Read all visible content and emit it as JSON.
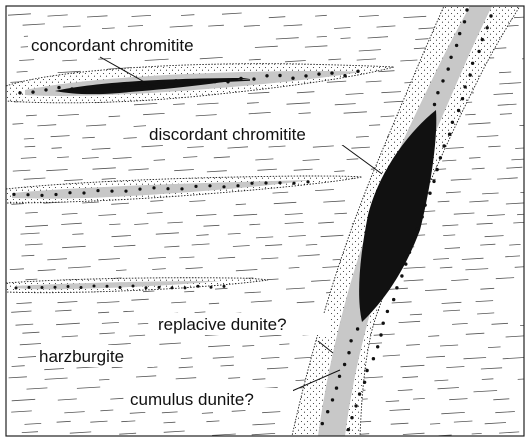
{
  "labels": {
    "concordant": "concordant chromitite",
    "discordant": "discordant chromitite",
    "replacive": "replacive dunite?",
    "harzburgite": "harzburgite",
    "cumulus": "cumulus dunite?"
  },
  "colors": {
    "background": "#ffffff",
    "frame": "#222222",
    "foliation": "#555555",
    "dunite_stipple": "#ffffff",
    "stipple_dot": "#222222",
    "cumulus_band": "#c8c8c8",
    "chromite_dot": "#111111",
    "chromitite": "#111111"
  }
}
